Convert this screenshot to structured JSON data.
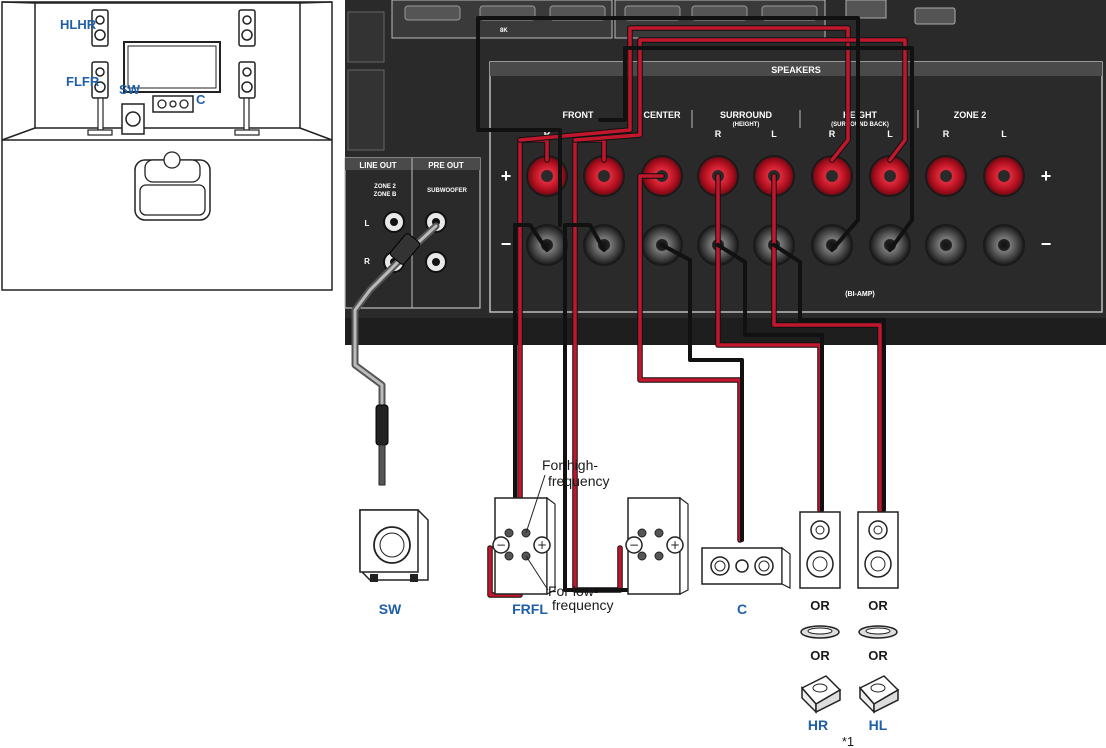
{
  "room": {
    "labels": {
      "hl_hr": "HLHR",
      "fl_fr": "FLFR",
      "sw": "SW",
      "c": "C"
    }
  },
  "panel": {
    "speakers": "SPEAKERS",
    "front": "FRONT",
    "center": "CENTER",
    "surround": "SURROUND",
    "surround_sub": "(HEIGHT)",
    "height": "HEIGHT",
    "height_sub": "(SURROUND BACK)",
    "zone2": "ZONE 2",
    "r": "R",
    "l": "L",
    "line_out": "LINE OUT",
    "pre_out": "PRE OUT",
    "zone2b_1": "ZONE 2",
    "zone2b_2": "ZONE B",
    "subwoofer": "SUBWOOFER",
    "jack_l": "L",
    "jack_r": "R",
    "plus": "+",
    "minus": "−",
    "bi_amp": "(BI-AMP)",
    "hdmi_small": "8K"
  },
  "annotations": {
    "high_freq_1": "For high-",
    "high_freq_2": "frequency",
    "low_freq_1": "For low-",
    "low_freq_2": "frequency"
  },
  "speakers": {
    "sw": "SW",
    "frfl": "FRFL",
    "c": "C",
    "hr": "HR",
    "hl": "HL",
    "or": "OR",
    "footnote": "*1"
  },
  "colors": {
    "panel": "#2a2a2a",
    "wire_red": "#c0172c",
    "wire_black": "#111111",
    "label_blue": "#1f5fa8"
  }
}
